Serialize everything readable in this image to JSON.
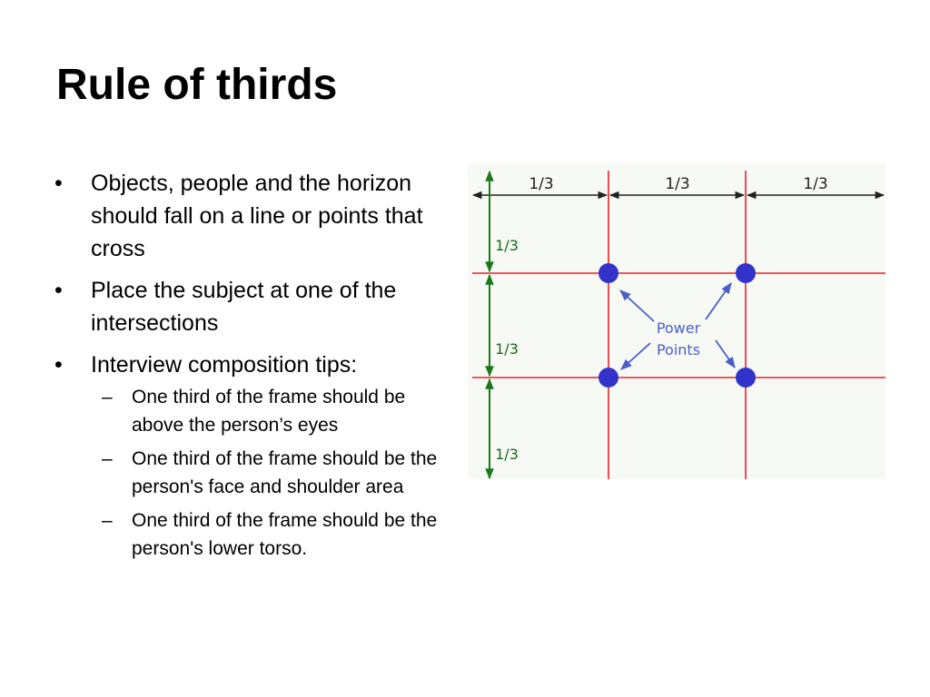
{
  "slide": {
    "title": "Rule of thirds",
    "bullet_marker": "•",
    "sub_marker": "–",
    "bullets": [
      {
        "text": "Objects, people and the horizon should fall on a line or points that cross"
      },
      {
        "text": "Place the subject at one of the intersections"
      },
      {
        "text": "Interview composition tips:"
      }
    ],
    "sub_bullets": [
      {
        "text": "One third of the frame should be above the person’s eyes"
      },
      {
        "text": "One third of the frame should be the person's face and shoulder area"
      },
      {
        "text": "One third of the frame should be the person's lower torso."
      }
    ]
  },
  "diagram": {
    "horizontal_labels": [
      "1/3",
      "1/3",
      "1/3"
    ],
    "vertical_labels": [
      "1/3",
      "1/3",
      "1/3"
    ],
    "center_label_line1": "Power",
    "center_label_line2": "Points",
    "colors": {
      "grid_line": "#e8242b",
      "power_point": "#3333cc",
      "arrow_blue": "#4a5fc8",
      "vertical_arrow": "#1a7a1a",
      "dimension_arrow": "#222222",
      "background": "#f7f9f5"
    }
  }
}
